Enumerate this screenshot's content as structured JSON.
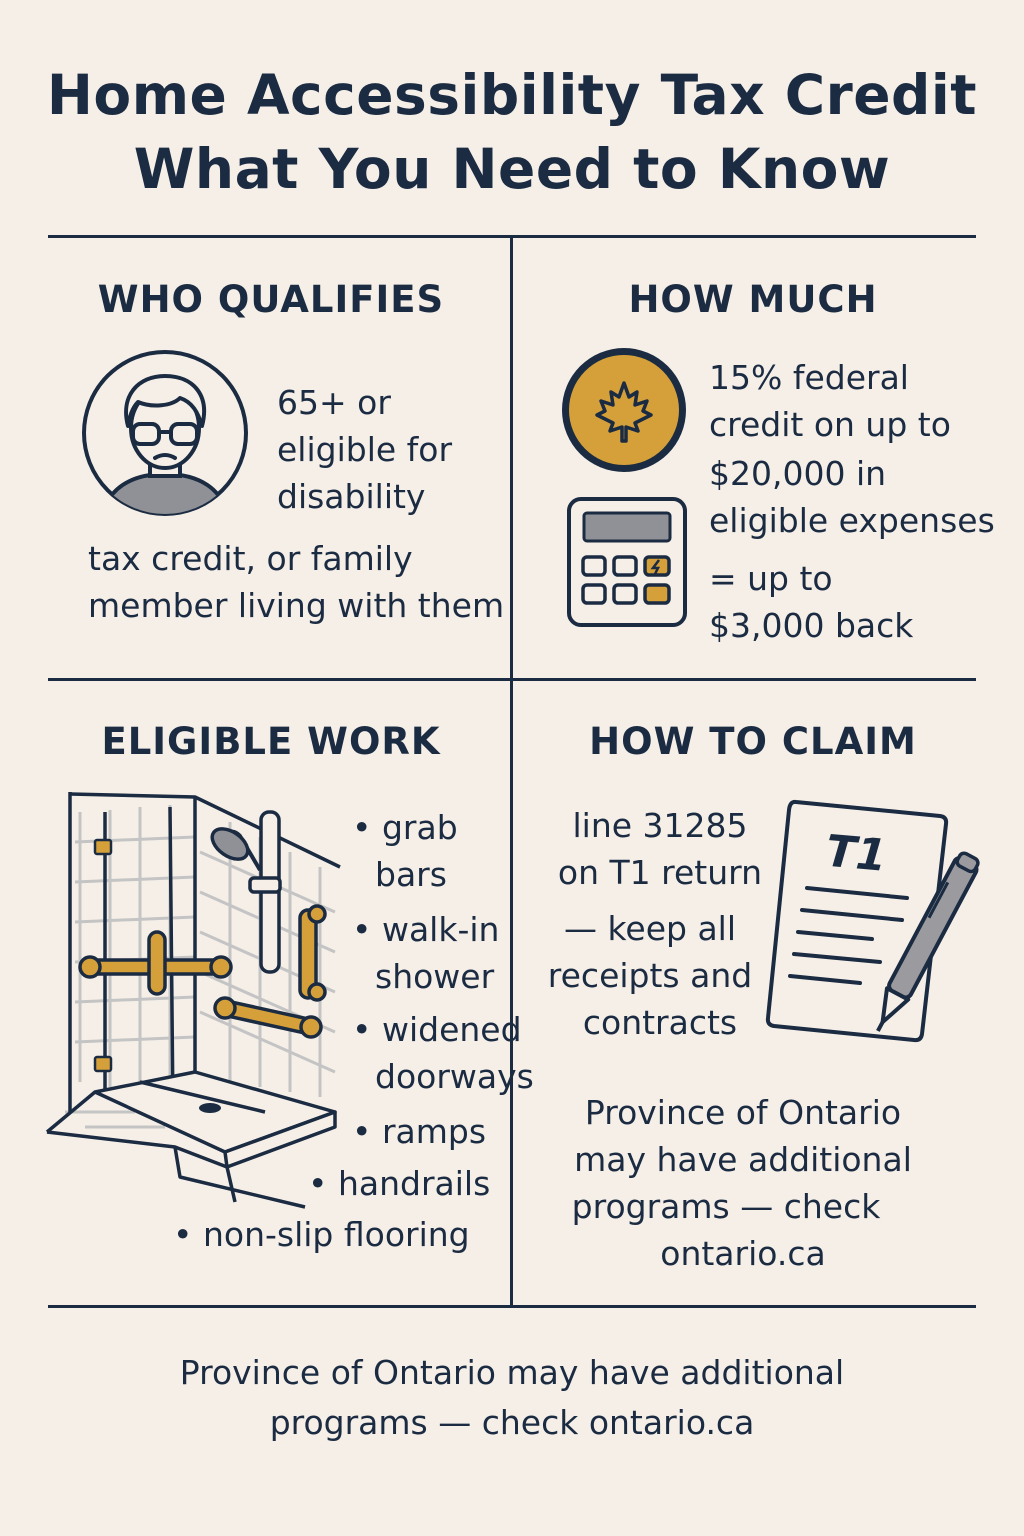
{
  "title": {
    "line1": "Home Accessibility Tax Credit",
    "line2": "What You Need to Know"
  },
  "who_qualifies": {
    "heading": "WHO QUALIFIES",
    "icon": "senior-person-icon",
    "lines": [
      "65+ or",
      "eligible for",
      "disability",
      "tax credit, or family",
      "member living with them"
    ]
  },
  "how_much": {
    "heading": "HOW MUCH",
    "icons": [
      "maple-leaf-coin-icon",
      "calculator-icon"
    ],
    "lines": [
      "15% federal",
      "credit on up to",
      "$20,000 in",
      "eligible expenses",
      "= up to",
      "$3,000 back"
    ]
  },
  "eligible_work": {
    "heading": "ELIGIBLE WORK",
    "icon": "accessible-shower-icon",
    "items": [
      [
        "grab",
        "bars"
      ],
      [
        "walk-in",
        "shower"
      ],
      [
        "widened",
        "doorways"
      ],
      [
        "ramps"
      ],
      [
        "handrails"
      ],
      [
        "non-slip flooring"
      ]
    ]
  },
  "how_to_claim": {
    "heading": "HOW TO CLAIM",
    "icon": "t1-form-pen-icon",
    "form_label": "T1",
    "lines": [
      "line 31285",
      "on T1 return",
      "— keep all",
      "receipts and",
      "contracts"
    ],
    "note_lines": [
      "Province of Ontario",
      "may have additional",
      "programs — check",
      "ontario.ca"
    ]
  },
  "footer": {
    "line1": "Province of Ontario may have additional",
    "line2": "programs — check ontario.ca"
  },
  "colors": {
    "navy": "#1b2b42",
    "gold": "#d5a03a",
    "background": "#f6efe8",
    "gray": "#9b9b9f"
  }
}
